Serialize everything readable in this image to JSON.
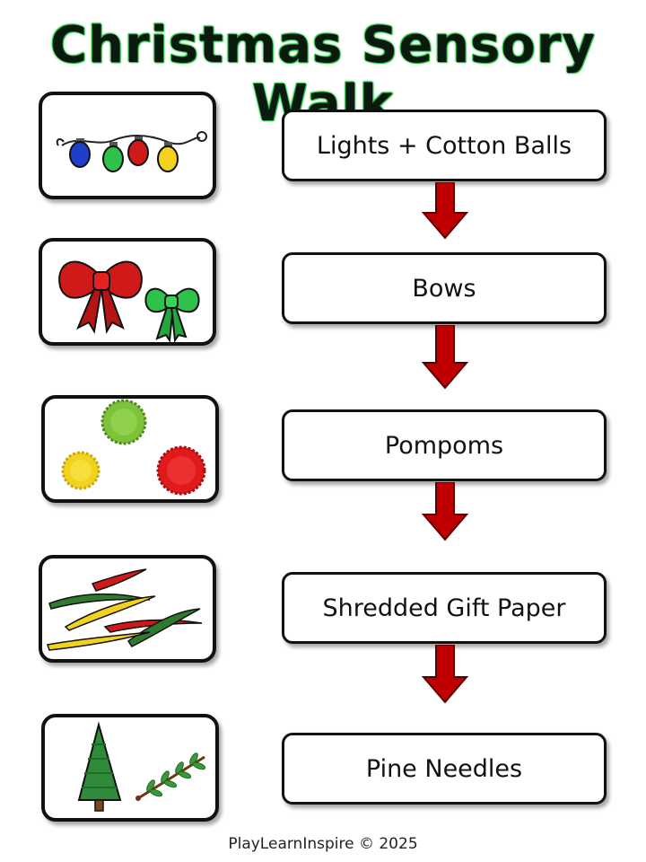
{
  "title": "Christmas Sensory Walk",
  "steps": [
    {
      "label": "Lights + Cotton Balls",
      "icon": "christmas-lights-icon"
    },
    {
      "label": "Bows",
      "icon": "bows-icon"
    },
    {
      "label": "Pompoms",
      "icon": "pompoms-icon"
    },
    {
      "label": "Shredded Gift Paper",
      "icon": "shredded-paper-icon"
    },
    {
      "label": "Pine Needles",
      "icon": "pine-tree-icon"
    }
  ],
  "footer": "PlayLearnInspire © 2025",
  "colors": {
    "red": "#d01a1a",
    "green": "#2ec24a",
    "yellow": "#f2d21c",
    "blue": "#1f3fc8",
    "arrow": "#c00000"
  }
}
